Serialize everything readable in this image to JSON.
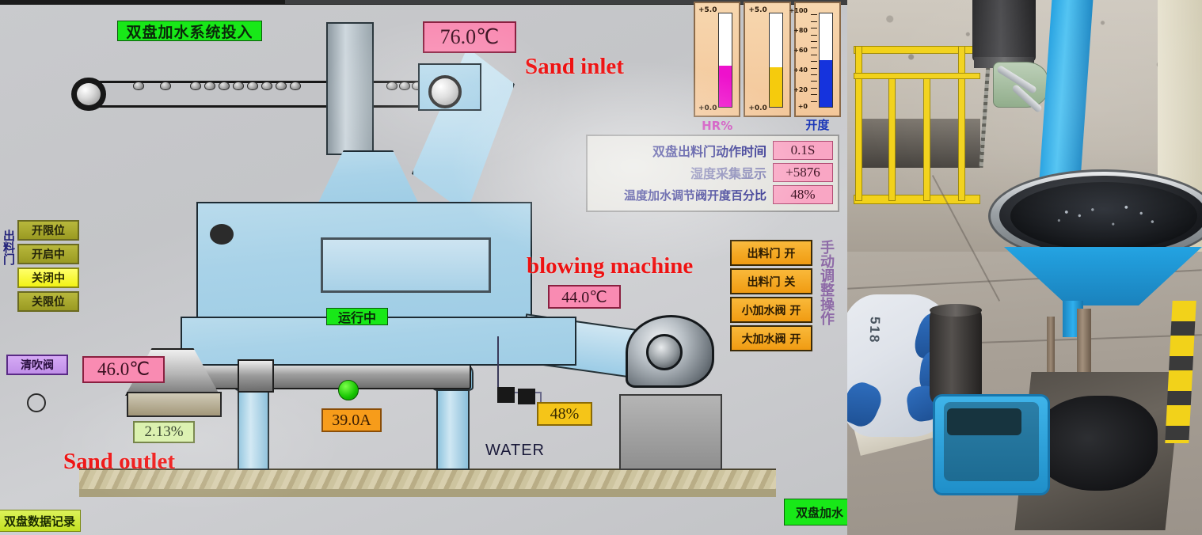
{
  "hmi": {
    "system_status_label": "双盘加水系统投入",
    "running_label": "运行中",
    "sand_inlet_label": "Sand inlet",
    "sand_outlet_label": "Sand outlet",
    "blowing_machine_label": "blowing machine",
    "water_label": "WATER",
    "readings": {
      "inlet_temp": "76.0℃",
      "blower_temp": "44.0℃",
      "outlet_temp": "46.0℃",
      "moisture_pct": "2.13%",
      "motor_current": "39.0A",
      "valve_open_pct": "48%"
    },
    "gauges": [
      {
        "name": "HR%",
        "label": "HR%",
        "max": "+5.0",
        "min": "+0.0",
        "fill_pct": 44,
        "color": "#ee11cc",
        "label_color": "#cc44bb",
        "ticks": false
      },
      {
        "name": "humidity-gauge",
        "label": "",
        "max": "+5.0",
        "min": "+0.0",
        "fill_pct": 42,
        "color": "#f5cb0d",
        "label_color": "#e8d27a",
        "ticks": false
      },
      {
        "name": "开度",
        "label": "开度",
        "max": "+100",
        "min": "+0",
        "fill_pct": 50,
        "color": "#1533dd",
        "label_color": "#1a36b8",
        "ticks": true,
        "tick_labels": [
          "+100",
          "+80",
          "+60",
          "+40",
          "+20",
          "+0"
        ]
      }
    ],
    "data_panel": [
      {
        "label": "双盘出料门动作时间",
        "value": "0.1S"
      },
      {
        "label": "湿度采集显示",
        "value": "+5876"
      },
      {
        "label": "温度加水调节阀开度百分比",
        "value": "48%"
      }
    ],
    "discharge_door": {
      "vertical_label": "出料门",
      "states": [
        {
          "label": "开限位",
          "active": false
        },
        {
          "label": "开启中",
          "active": false
        },
        {
          "label": "关闭中",
          "active": true
        },
        {
          "label": "关限位",
          "active": false
        }
      ]
    },
    "blow_valve_label": "清吹阀",
    "manual": {
      "vertical_label": "手动调整操作",
      "buttons": [
        {
          "label": "出料门 开"
        },
        {
          "label": "出料门 关"
        },
        {
          "label": "小加水阀 开"
        },
        {
          "label": "大加水阀 开"
        }
      ]
    },
    "footer": {
      "left_tab": "双盘数据记录",
      "right_tab": "双盘加水"
    }
  },
  "photo": {
    "glove_text": "518"
  },
  "colors": {
    "accent_red": "#ee1111",
    "status_green": "#18e818",
    "value_pink": "#f98bb2",
    "button_orange": "#f79c1a",
    "gauge_bg": "#f7d6ae"
  }
}
